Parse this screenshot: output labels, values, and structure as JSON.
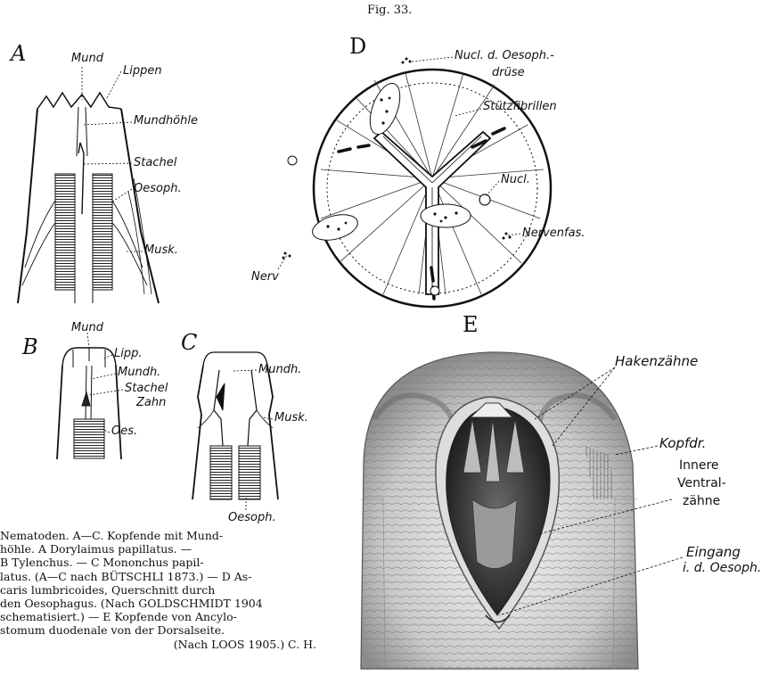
{
  "figure_number": "Fig. 33.",
  "panels": {
    "A": "A",
    "B": "B",
    "C": "C",
    "D": "D",
    "E": "E"
  },
  "labels_A": {
    "mund": "Mund",
    "lippen": "Lippen",
    "mundhoehle": "Mundhöhle",
    "stachel": "Stachel",
    "oesoph": "Oesoph.",
    "musk": "Musk."
  },
  "labels_B": {
    "mund": "Mund",
    "lipp": "Lipp.",
    "mundh": "Mundh.",
    "stachel": "Stachel",
    "oes": "Oes."
  },
  "labels_C": {
    "zahn": "Zahn",
    "mundh": "Mundh.",
    "musk": "Musk.",
    "oesoph": "Oesoph."
  },
  "labels_D": {
    "nucl_oesoph_1": "Nucl. d. Oesoph.-",
    "nucl_oesoph_2": "drüse",
    "stuetzfibrillen": "Stützfibrillen",
    "nucl": "Nucl.",
    "nervenfas": "Nervenfas.",
    "nerv": "Nerv"
  },
  "labels_E": {
    "hakenzaehne": "Hakenzähne",
    "kopfdr": "Kopfdr.",
    "innere_1": "Innere",
    "innere_2": "Ventral-",
    "innere_3": "zähne",
    "eingang_1": "Eingang",
    "eingang_2": "i. d. Oesoph."
  },
  "caption_lines": [
    "Nematoden.  A—C.  Kopfende mit Mund-",
    "höhle.  A  Dorylaimus  papillatus.  —",
    "B Tylenchus. — C Mononchus papil-",
    "latus.  (A—C nach BÜTSCHLI 1873.) — D As-",
    "caris  lumbricoides,  Querschnitt  durch",
    "den Oesophagus.  (Nach GOLDSCHMIDT 1904",
    "schematisiert.) — E Kopfende von Ancylo-",
    "stomum duodenale von der Dorsalseite.",
    "(Nach LOOS 1905.)        C. H."
  ]
}
